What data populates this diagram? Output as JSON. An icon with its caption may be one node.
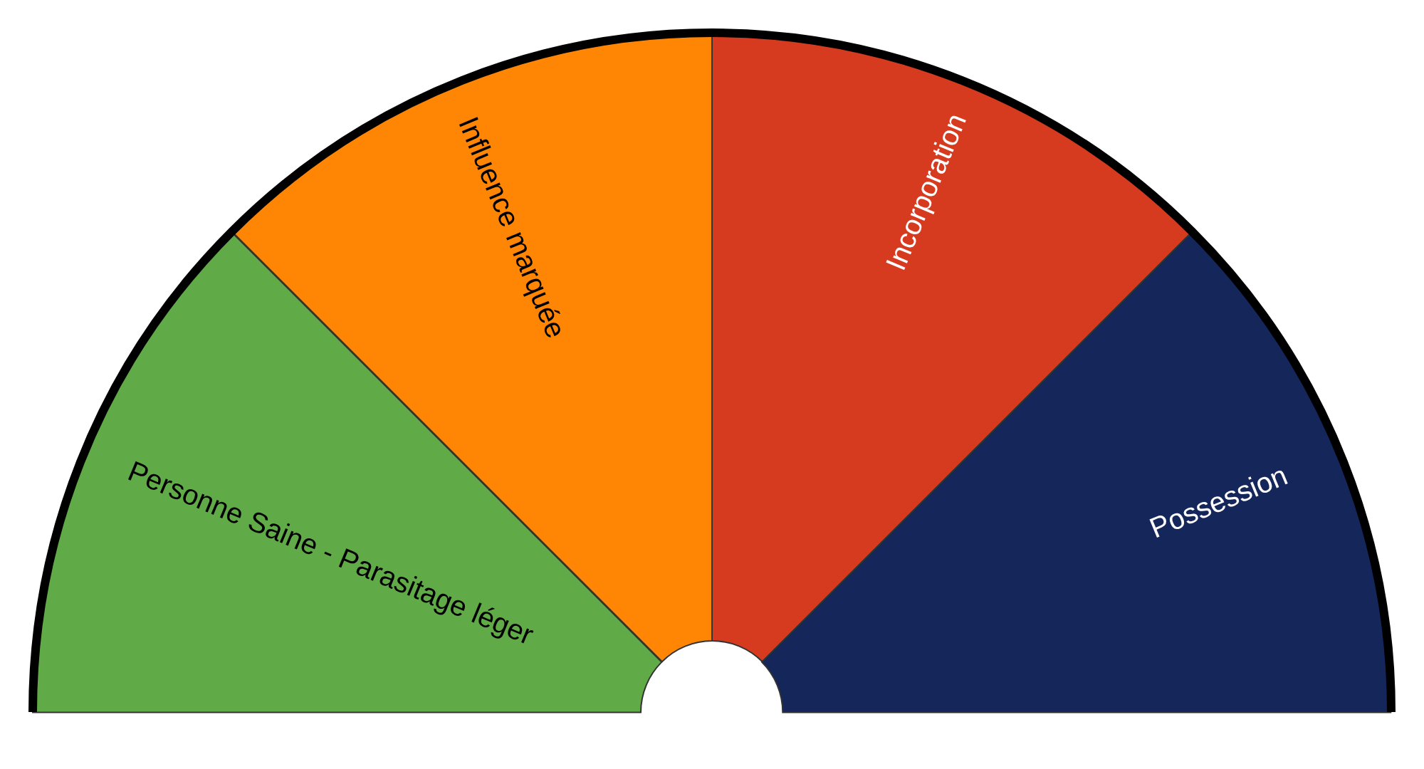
{
  "diagram": {
    "nodes": [
      {
        "text": [
          "Personne Saine - Parasitage léger"
        ]
      },
      {
        "text": [
          "Influence marquée"
        ]
      },
      {
        "text": [
          "Incorporation"
        ]
      },
      {
        "text": [
          "Possession"
        ]
      }
    ]
  }
}
